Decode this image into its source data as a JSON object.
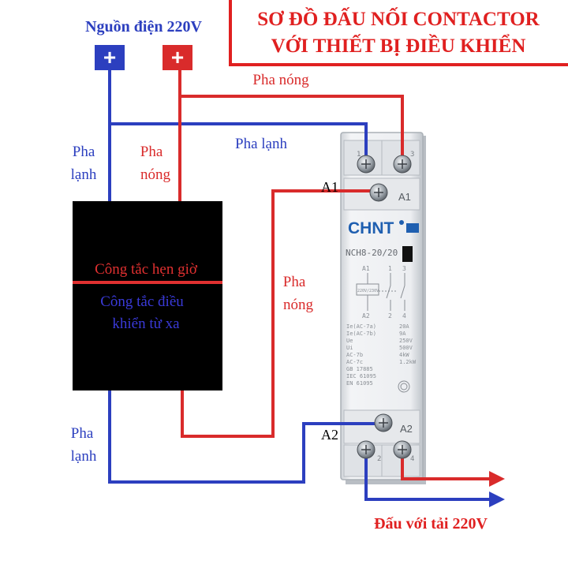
{
  "title": {
    "line1": "SƠ ĐỒ ĐẤU NỐI CONTACTOR",
    "line2": "VỚI THIẾT BỊ ĐIỀU KHIỂN"
  },
  "source": {
    "label": "Nguồn điện 220V",
    "plus_sign": "+"
  },
  "wire_labels": {
    "hot_top": "Pha nóng",
    "neutral_top": "Pha lạnh",
    "neutral_left_1": "Pha",
    "neutral_left_2": "lạnh",
    "hot_left_1": "Pha",
    "hot_left_2": "nóng",
    "hot_mid_1": "Pha",
    "hot_mid_2": "nóng",
    "neutral_bottom_1": "Pha",
    "neutral_bottom_2": "lạnh"
  },
  "controller": {
    "timer_label": "Công tắc hẹn giờ",
    "remote_line1": "Công tắc điều",
    "remote_line2": "khiển từ xa"
  },
  "contactor": {
    "brand": "CHNT",
    "model": "NCH8-20/20",
    "a1": "A1",
    "a2": "A2",
    "terminal_1": "1",
    "terminal_2": "2",
    "terminal_3": "3",
    "terminal_4": "4",
    "schematic_a1": "A1",
    "schematic_a2": "A2",
    "schematic_1": "1",
    "schematic_2": "2",
    "schematic_3": "3",
    "schematic_4": "4",
    "coil_label": "220V/230V",
    "specs": [
      [
        "Ie(AC-7a)",
        "20A"
      ],
      [
        "Ie(AC-7b)",
        "9A"
      ],
      [
        "Ue",
        "250V"
      ],
      [
        "Ui",
        "500V"
      ],
      [
        "AC-7b",
        "4kW"
      ],
      [
        "AC-7c",
        "1.2kW"
      ]
    ],
    "standards": [
      "GB 17885",
      "IEC 61095",
      "EN 61095"
    ]
  },
  "output_label": "Đấu với tải 220V",
  "colors": {
    "hot": "#d92b2b",
    "neutral": "#2c3fbf",
    "title_red": "#e02020",
    "timer_red": "#e03030",
    "remote_blue": "#3a3ad8",
    "brand_blue": "#1f5fb0",
    "controller_bg": "#000000"
  }
}
